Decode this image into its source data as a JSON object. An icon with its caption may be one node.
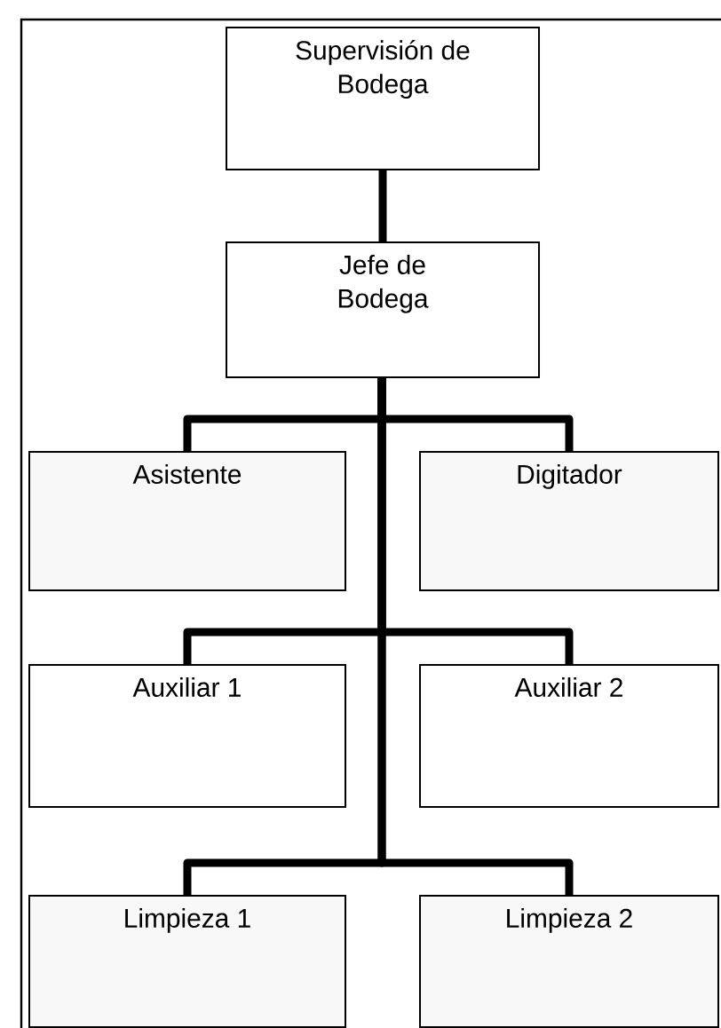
{
  "diagram": {
    "nodes": [
      {
        "text": [
          "Supervisión de Bodega"
        ]
      },
      {
        "text": [
          "Jefe de Bodega"
        ]
      },
      {
        "text": [
          "Asistente"
        ]
      },
      {
        "text": [
          "Digitador"
        ]
      },
      {
        "text": [
          "Auxiliar 1"
        ]
      },
      {
        "text": [
          "Auxiliar 2"
        ]
      },
      {
        "text": [
          "Limpieza 1"
        ]
      },
      {
        "text": [
          "Limpieza 2"
        ]
      }
    ],
    "edges": [
      {
        "from": 0,
        "to": 1,
        "arrow": "none"
      },
      {
        "from": 1,
        "to": 2,
        "arrow": "none"
      },
      {
        "from": 1,
        "to": 3,
        "arrow": "none"
      },
      {
        "from": 1,
        "to": 4,
        "arrow": "none"
      },
      {
        "from": 1,
        "to": 5,
        "arrow": "none"
      },
      {
        "from": 1,
        "to": 6,
        "arrow": "none"
      },
      {
        "from": 1,
        "to": 7,
        "arrow": "none"
      }
    ]
  }
}
